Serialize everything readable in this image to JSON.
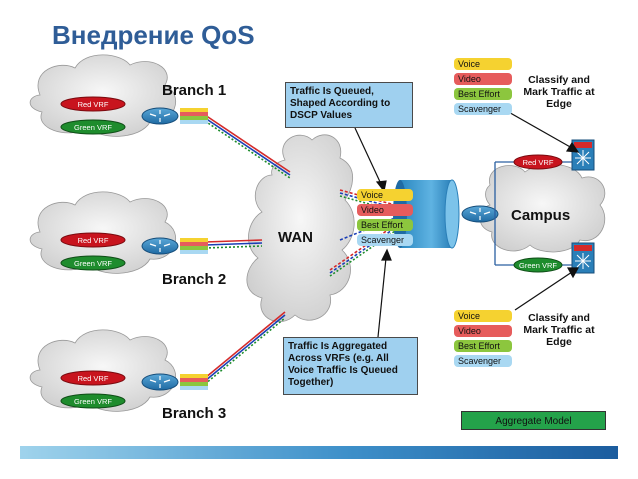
{
  "title": "Внедрение QoS",
  "branches": [
    {
      "name": "Branch 1",
      "red_vrf": "Red VRF",
      "green_vrf": "Green VRF"
    },
    {
      "name": "Branch 2",
      "red_vrf": "Red VRF",
      "green_vrf": "Green VRF"
    },
    {
      "name": "Branch 3",
      "red_vrf": "Red VRF",
      "green_vrf": "Green VRF"
    }
  ],
  "wan_label": "WAN",
  "campus": {
    "label": "Campus",
    "red_vrf": "Red VRF",
    "green_vrf": "Green VRF"
  },
  "callouts": {
    "queued": "Traffic Is Queued, Shaped According to DSCP Values",
    "aggregated": "Traffic Is Aggregated Across VRFs (e.g. All Voice Traffic Is Queued Together)"
  },
  "classify_note": "Classify and Mark Traffic at Edge",
  "queue_classes": [
    {
      "label": "Voice",
      "color": "#f5d230"
    },
    {
      "label": "Video",
      "color": "#e65c5c"
    },
    {
      "label": "Best Effort",
      "color": "#8cc63e"
    },
    {
      "label": "Scavenger",
      "color": "#a9d8f2"
    }
  ],
  "model_label": "Aggregate Model",
  "colors": {
    "title": "#2f5d97",
    "red_vrf": "#c8141e",
    "green_vrf": "#1e8c2d",
    "cloud": "#e2e2e2",
    "router": "#2a7fb8"
  }
}
